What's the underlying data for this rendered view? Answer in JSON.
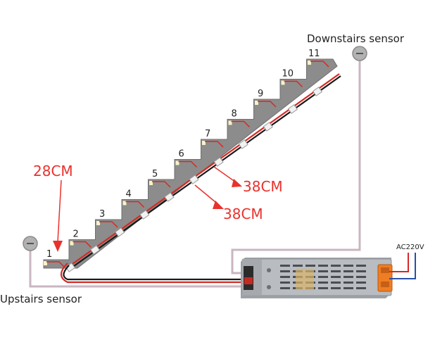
{
  "labels": {
    "downstairs_sensor": "Downstairs sensor",
    "upstairs_sensor": "Upstairs sensor",
    "ac_input": "AC220V",
    "step_height": "28CM",
    "step_spacing_a": "38CM",
    "step_spacing_b": "38CM"
  },
  "steps": [
    "1",
    "2",
    "3",
    "4",
    "5",
    "6",
    "7",
    "8",
    "9",
    "10",
    "11"
  ],
  "colors": {
    "stair_gray": "#8c8c8c",
    "stair_dark": "#6f6f6f",
    "wire_red": "#d42a23",
    "wire_black": "#1a1a1a",
    "sensor_wire": "#c9b6c0",
    "annotation_red": "#e8322d",
    "ac_red": "#d8262a",
    "ac_blue": "#2a4ea8",
    "terminal_orange": "#ef7d22",
    "controller_body": "#b9bcc0"
  }
}
